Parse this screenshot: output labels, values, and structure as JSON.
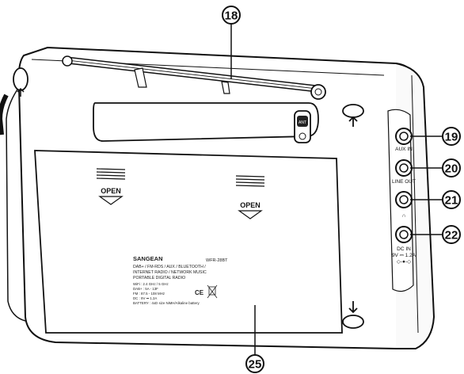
{
  "callouts": {
    "c18": "18",
    "c19": "19",
    "c20": "20",
    "c21": "21",
    "c22": "22",
    "c25": "25"
  },
  "jacks": {
    "aux_in": "AUX IN",
    "line_out": "LINE OUT",
    "headphone_symbol": "∩",
    "dc_in": "DC IN",
    "dc_rating": "9V ⎓ 1.2A",
    "polarity": "◇-●-◇"
  },
  "antenna_switch": "ANT",
  "battery_door": {
    "open_label_left": "OPEN",
    "open_label_right": "OPEN"
  },
  "label": {
    "brand": "SANGEAN",
    "model": "WFR-28BT",
    "line1": "DAB+ / FM-RDS / AUX / BLUETOOTH /",
    "line2": "INTERNET RADIO / NETWORK MUSIC",
    "line3": "PORTABLE DIGITAL RADIO",
    "wifi": "WiFi : 2.4 GHz / 5 GHz",
    "dab": "DAB+ : 5A - 13F",
    "fm": "FM : 87.5 - 108 MHz",
    "dc": "DC : 9V ⎓ 1.2A",
    "ce": "CE",
    "battery": "BATTERY : 4xD size NiMH/Alkaline battery"
  }
}
